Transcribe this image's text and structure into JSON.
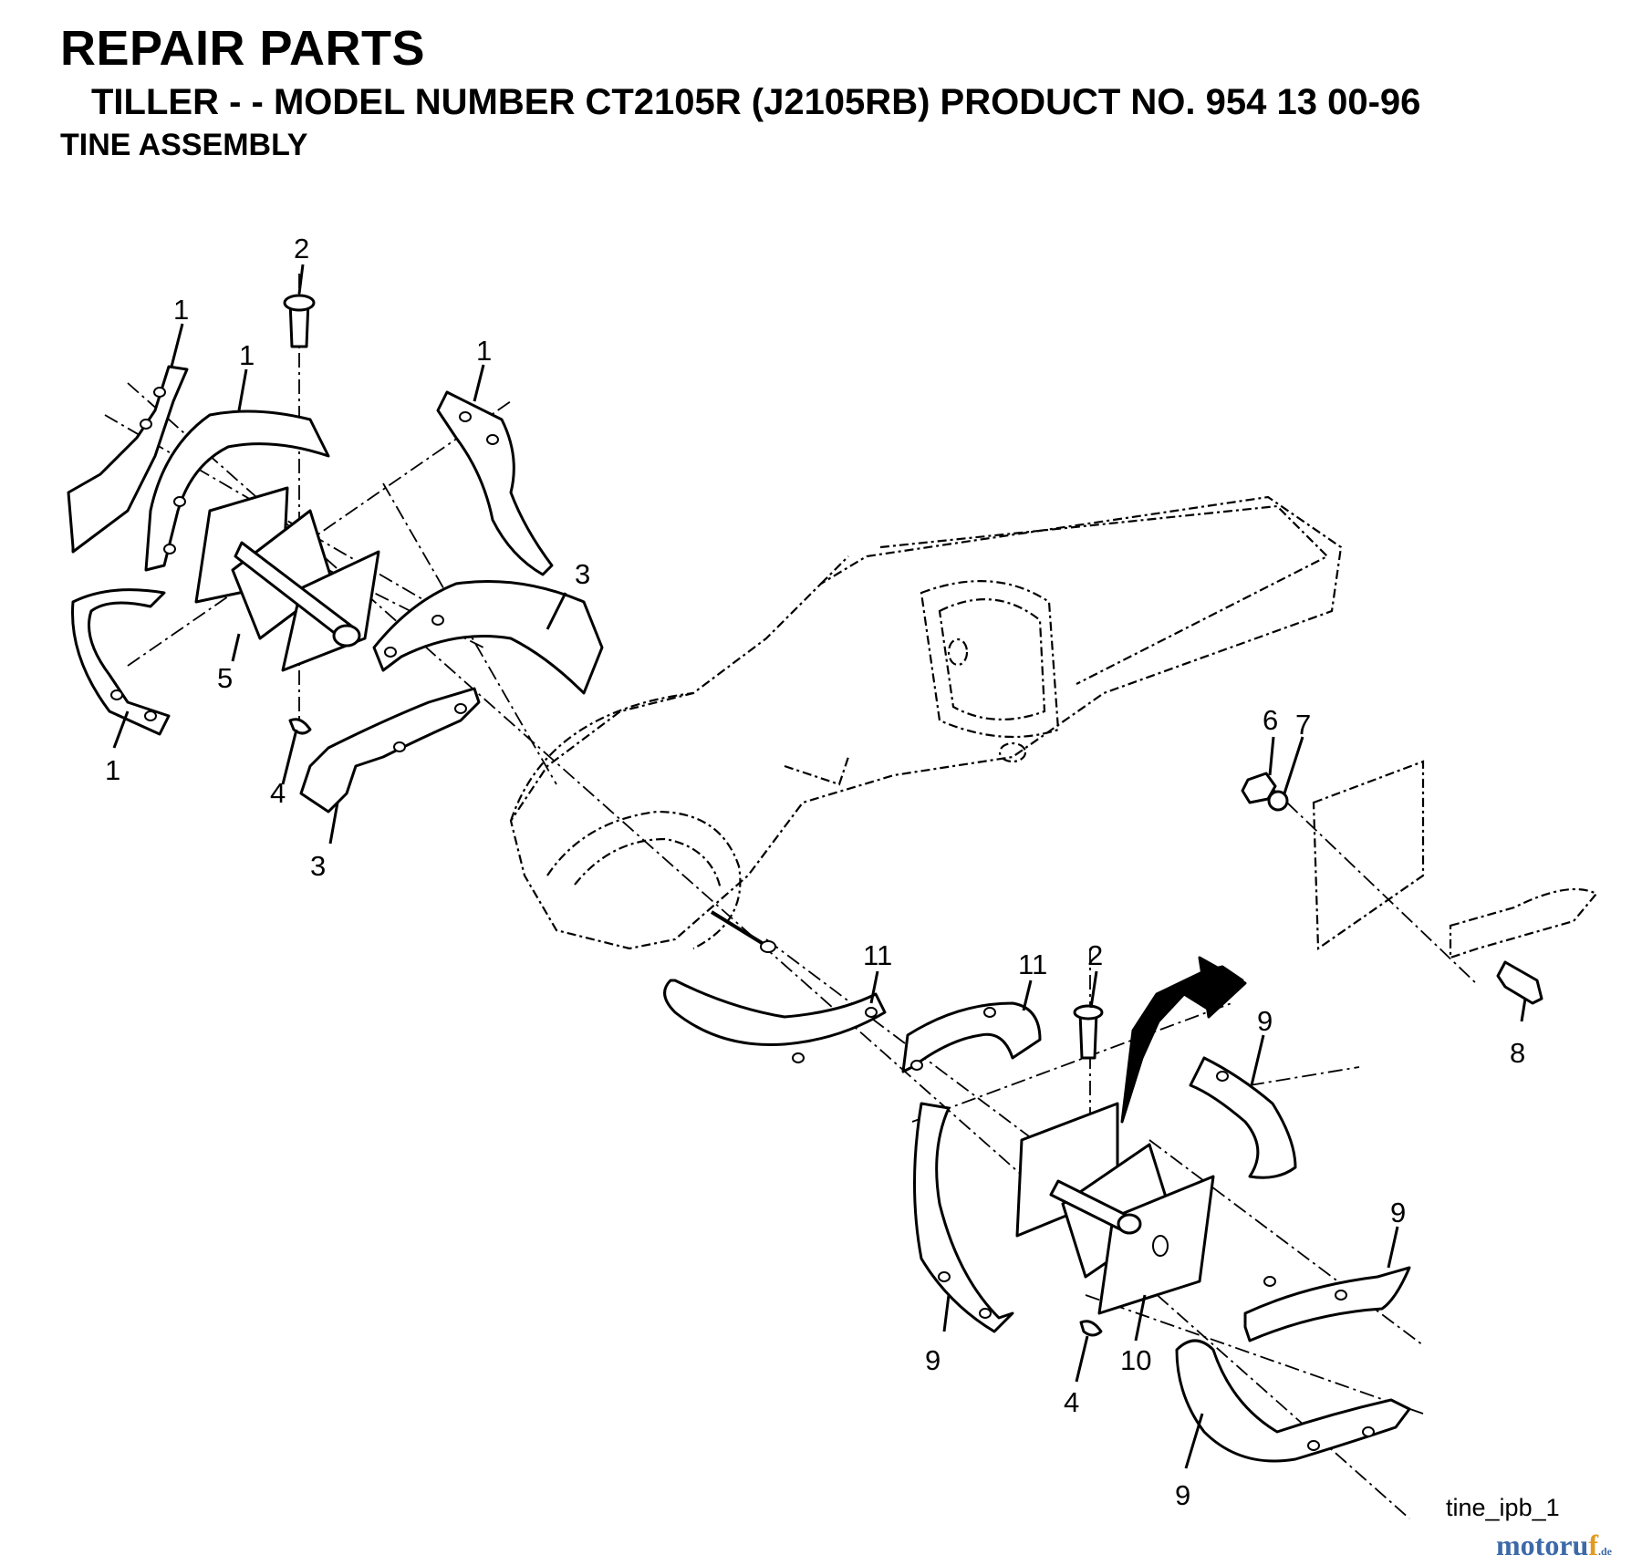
{
  "header": {
    "title": "REPAIR PARTS",
    "subtitle": "TILLER - - MODEL NUMBER CT2105R (J2105RB) PRODUCT NO. 954 13 00-96",
    "section": "TINE ASSEMBLY"
  },
  "callouts": {
    "left_2": "2",
    "left_1a": "1",
    "left_1b": "1",
    "left_1c": "1",
    "left_1d": "1",
    "left_3a": "3",
    "left_3b": "3",
    "left_4": "4",
    "left_5": "5",
    "right_6": "6",
    "right_7": "7",
    "right_8": "8",
    "right_11a": "11",
    "right_11b": "11",
    "right_2": "2",
    "right_9a": "9",
    "right_9b": "9",
    "right_9c": "9",
    "right_9d": "9",
    "right_10": "10",
    "right_4": "4"
  },
  "reference": "tine_ipb_1",
  "watermark": {
    "main": "motoru",
    "accent": "f",
    "suffix": ".de"
  }
}
